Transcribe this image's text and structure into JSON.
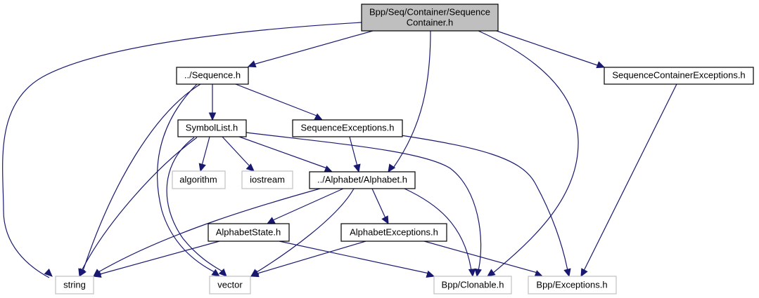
{
  "title": "Include dependency graph for Bpp/Seq/Container/SequenceContainer.h",
  "colors": {
    "edge": "#191970",
    "root_fill": "#bfbfbf",
    "node_border": "#000000",
    "external_border": "#c0c0c0"
  },
  "nodes": {
    "root": {
      "lines": [
        "Bpp/Seq/Container/Sequence",
        "Container.h"
      ],
      "kind": "root"
    },
    "sequence": {
      "lines": [
        "../Sequence.h"
      ],
      "kind": "internal"
    },
    "scexceptions": {
      "lines": [
        "SequenceContainerExceptions.h"
      ],
      "kind": "internal"
    },
    "symbollist": {
      "lines": [
        "SymbolList.h"
      ],
      "kind": "internal"
    },
    "seqexceptions": {
      "lines": [
        "SequenceExceptions.h"
      ],
      "kind": "internal"
    },
    "algorithm": {
      "lines": [
        "algorithm"
      ],
      "kind": "external"
    },
    "iostream": {
      "lines": [
        "iostream"
      ],
      "kind": "external"
    },
    "alphabet": {
      "lines": [
        "../Alphabet/Alphabet.h"
      ],
      "kind": "internal"
    },
    "alphabetstate": {
      "lines": [
        "AlphabetState.h"
      ],
      "kind": "internal"
    },
    "alphabetexceptions": {
      "lines": [
        "AlphabetExceptions.h"
      ],
      "kind": "internal"
    },
    "string": {
      "lines": [
        "string"
      ],
      "kind": "external"
    },
    "vector": {
      "lines": [
        "vector"
      ],
      "kind": "external"
    },
    "clonable": {
      "lines": [
        "Bpp/Clonable.h"
      ],
      "kind": "external"
    },
    "exceptions": {
      "lines": [
        "Bpp/Exceptions.h"
      ],
      "kind": "external"
    }
  },
  "edges": [
    {
      "from": "root",
      "to": "string"
    },
    {
      "from": "root",
      "to": "sequence"
    },
    {
      "from": "root",
      "to": "alphabet"
    },
    {
      "from": "root",
      "to": "clonable"
    },
    {
      "from": "root",
      "to": "scexceptions"
    },
    {
      "from": "sequence",
      "to": "symbollist"
    },
    {
      "from": "sequence",
      "to": "seqexceptions"
    },
    {
      "from": "sequence",
      "to": "string"
    },
    {
      "from": "sequence",
      "to": "vector"
    },
    {
      "from": "scexceptions",
      "to": "exceptions"
    },
    {
      "from": "symbollist",
      "to": "algorithm"
    },
    {
      "from": "symbollist",
      "to": "iostream"
    },
    {
      "from": "symbollist",
      "to": "alphabet"
    },
    {
      "from": "symbollist",
      "to": "string"
    },
    {
      "from": "symbollist",
      "to": "vector"
    },
    {
      "from": "symbollist",
      "to": "clonable"
    },
    {
      "from": "seqexceptions",
      "to": "alphabet"
    },
    {
      "from": "seqexceptions",
      "to": "exceptions"
    },
    {
      "from": "alphabet",
      "to": "alphabetstate"
    },
    {
      "from": "alphabet",
      "to": "alphabetexceptions"
    },
    {
      "from": "alphabet",
      "to": "string"
    },
    {
      "from": "alphabet",
      "to": "vector"
    },
    {
      "from": "alphabet",
      "to": "clonable"
    },
    {
      "from": "alphabetstate",
      "to": "string"
    },
    {
      "from": "alphabetstate",
      "to": "clonable"
    },
    {
      "from": "alphabetexceptions",
      "to": "vector"
    },
    {
      "from": "alphabetexceptions",
      "to": "exceptions"
    }
  ]
}
